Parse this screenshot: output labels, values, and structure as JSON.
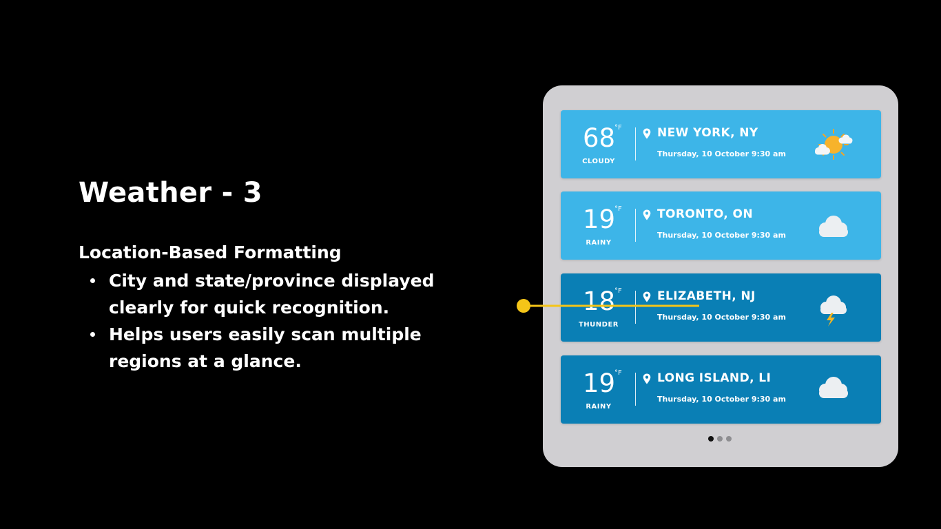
{
  "slide": {
    "title": "Weather - 3",
    "section_heading": "Location-Based Formatting",
    "bullets": [
      "City and state/province displayed clearly for quick recognition.",
      "Helps users easily scan multiple regions at a glance."
    ]
  },
  "colors": {
    "background": "#000000",
    "device": "#d0cfd2",
    "card_light": "#3db5e8",
    "card_dark": "#0a7fb5",
    "callout": "#f5c518"
  },
  "cards": [
    {
      "temperature": "68",
      "unit": "°F",
      "condition": "CLOUDY",
      "location": "NEW YORK, NY",
      "datetime": "Thursday, 10 October 9:30 am",
      "icon": "partly-sunny-icon"
    },
    {
      "temperature": "19",
      "unit": "°F",
      "condition": "RAINY",
      "location": "TORONTO, ON",
      "datetime": "Thursday, 10 October 9:30 am",
      "icon": "cloud-icon"
    },
    {
      "temperature": "18",
      "unit": "°F",
      "condition": "THUNDER",
      "location": "ELIZABETH, NJ",
      "datetime": "Thursday, 10 October 9:30 am",
      "icon": "thunder-cloud-icon"
    },
    {
      "temperature": "19",
      "unit": "°F",
      "condition": "RAINY",
      "location": "LONG ISLAND, LI",
      "datetime": "Thursday, 10 October 9:30 am",
      "icon": "cloud-icon"
    }
  ],
  "pagination": {
    "total": 3,
    "active": 1
  }
}
